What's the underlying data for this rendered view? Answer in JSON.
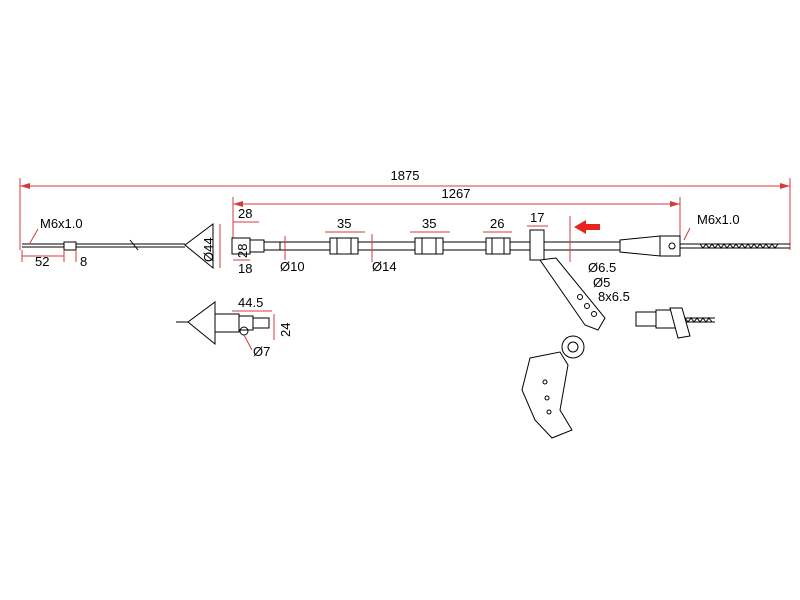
{
  "dimensions": {
    "overall_length": "1875",
    "cable_length": "1267",
    "left_thread": "M6x1.0",
    "right_thread": "M6x1.0",
    "left_end_length": "52",
    "left_end_small": "8",
    "cone_diameter": "Ø44",
    "fitting_length_28": "28",
    "fitting_diameter_28": "28",
    "fitting_length_18": "18",
    "inner_diameter_10": "Ø10",
    "sleeve_1_length": "35",
    "sleeve_2_length": "35",
    "outer_diameter_14": "Ø14",
    "sleeve_3_length": "26",
    "bracket_width": "17",
    "hole_diameter_6_5": "Ø6.5",
    "hole_diameter_5": "Ø5",
    "slot_size": "8x6.5",
    "detail_length": "44.5",
    "detail_height": "24",
    "detail_diameter": "Ø7"
  },
  "colors": {
    "dimension_line": "#d23c3c",
    "direction_arrow": "#e8231d",
    "part_outline": "#000000"
  },
  "icons": {
    "direction": "arrow-left-icon"
  }
}
